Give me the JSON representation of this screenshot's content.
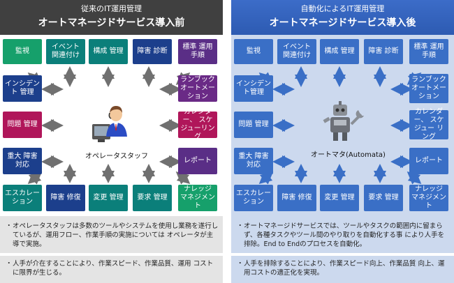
{
  "left": {
    "header_sub": "従来のIT運用管理",
    "header_main": "オートマネージドサービス導入前",
    "center_label": "オペレータスタッフ",
    "center_icon": "operator-person-icon",
    "boxes": [
      {
        "label": "監視",
        "color": "#16a06b"
      },
      {
        "label": "イベント 関連付け",
        "color": "#0b7f7a"
      },
      {
        "label": "構成 管理",
        "color": "#0b7f7a"
      },
      {
        "label": "障害 診断",
        "color": "#1c3f8c"
      },
      {
        "label": "標準 運用手順",
        "color": "#5a2e86"
      },
      {
        "label": "インシデント 管理",
        "color": "#1c3f8c"
      },
      {
        "label": "ランブック オートメーション",
        "color": "#6a2a86"
      },
      {
        "label": "問題 管理",
        "color": "#b0165a"
      },
      {
        "label": "カレンダー、 スケジューリング",
        "color": "#b0165a"
      },
      {
        "label": "重大 障害対応",
        "color": "#1c3f8c"
      },
      {
        "label": "レポート",
        "color": "#5a2e86"
      },
      {
        "label": "エスカレー ション",
        "color": "#0b7f7a"
      },
      {
        "label": "障害 修復",
        "color": "#1c3f8c"
      },
      {
        "label": "変更 管理",
        "color": "#0b7f7a"
      },
      {
        "label": "要求 管理",
        "color": "#0b7f7a"
      },
      {
        "label": "ナレッジ マネジメント",
        "color": "#16a06b"
      }
    ],
    "notes": [
      "オペレータスタッフは多数のツールやシステムを使用し業務を遂行しているが、運用フロー、作業手順の実施については オペレータが主導で実施。",
      "人手が介在することにより、作業スピード、作業品質、運用 コストに限界が生じる。"
    ],
    "bullet": "・"
  },
  "right": {
    "header_sub": "自動化によるIT運用管理",
    "header_main": "オートマネージドサービス導入後",
    "center_label": "オートマタ(Automata)",
    "center_icon": "robot-wrench-icon",
    "boxes": [
      {
        "label": "監視"
      },
      {
        "label": "イベント 関連付け"
      },
      {
        "label": "構成 管理"
      },
      {
        "label": "障害 診断"
      },
      {
        "label": "標準 運用手順"
      },
      {
        "label": "インシデン ト管理"
      },
      {
        "label": "ランブック オートメー ション"
      },
      {
        "label": "問題 管理"
      },
      {
        "label": "カレンダー、 スケジュー リング"
      },
      {
        "label": "重大 障害対応"
      },
      {
        "label": "レポート"
      },
      {
        "label": "エスカレー ション"
      },
      {
        "label": "障害 修復"
      },
      {
        "label": "変更 管理"
      },
      {
        "label": "要求 管理"
      },
      {
        "label": "ナレッジ マネジメント"
      }
    ],
    "notes": [
      "オートマネージドサービスでは、ツールやタスクの範囲内に留まらず、各種タスクやツール間のやり取りを自動化する事 により人手を排除。End to Endのプロセスを自動化。",
      "人手を排除することにより、作業スピード向上、作業品質 向上、運用コストの適正化を実現。"
    ],
    "bullet": "・"
  },
  "colors": {
    "left_header": "#404040",
    "right_header": "#2d5bb2",
    "right_box": "#3a6fc6",
    "right_area": "#ccd9ee",
    "left_notes": "#e4e4e4",
    "arrow_left": "#707070",
    "arrow_right": "#3a6fc6"
  }
}
